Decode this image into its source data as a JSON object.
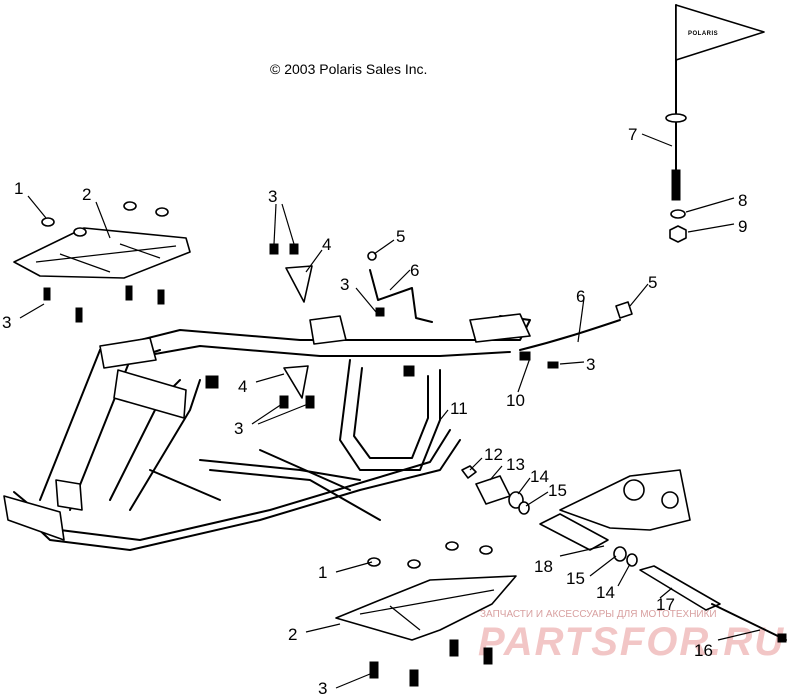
{
  "copyright": "© 2003 Polaris Sales Inc.",
  "flag_text": "POLARIS",
  "watermark": {
    "tagline": "ЗАПЧАСТИ И АКСЕССУАРЫ ДЛЯ МОТОТЕХНИКИ",
    "brand": "PARTSFOR.RU"
  },
  "callouts": [
    {
      "id": "c1a",
      "label": "1"
    },
    {
      "id": "c2a",
      "label": "2"
    },
    {
      "id": "c3a",
      "label": "3"
    },
    {
      "id": "c3b",
      "label": "3"
    },
    {
      "id": "c4a",
      "label": "4"
    },
    {
      "id": "c5a",
      "label": "5"
    },
    {
      "id": "c6a",
      "label": "6"
    },
    {
      "id": "c3c",
      "label": "3"
    },
    {
      "id": "c7",
      "label": "7"
    },
    {
      "id": "c8",
      "label": "8"
    },
    {
      "id": "c9",
      "label": "9"
    },
    {
      "id": "c6b",
      "label": "6"
    },
    {
      "id": "c5b",
      "label": "5"
    },
    {
      "id": "c3d",
      "label": "3"
    },
    {
      "id": "c10",
      "label": "10"
    },
    {
      "id": "c4b",
      "label": "4"
    },
    {
      "id": "c3e",
      "label": "3"
    },
    {
      "id": "c11",
      "label": "11"
    },
    {
      "id": "c12",
      "label": "12"
    },
    {
      "id": "c13",
      "label": "13"
    },
    {
      "id": "c14a",
      "label": "14"
    },
    {
      "id": "c15a",
      "label": "15"
    },
    {
      "id": "c18",
      "label": "18"
    },
    {
      "id": "c15b",
      "label": "15"
    },
    {
      "id": "c14b",
      "label": "14"
    },
    {
      "id": "c17",
      "label": "17"
    },
    {
      "id": "c16",
      "label": "16"
    },
    {
      "id": "c1b",
      "label": "1"
    },
    {
      "id": "c2b",
      "label": "2"
    },
    {
      "id": "c3f",
      "label": "3"
    }
  ]
}
